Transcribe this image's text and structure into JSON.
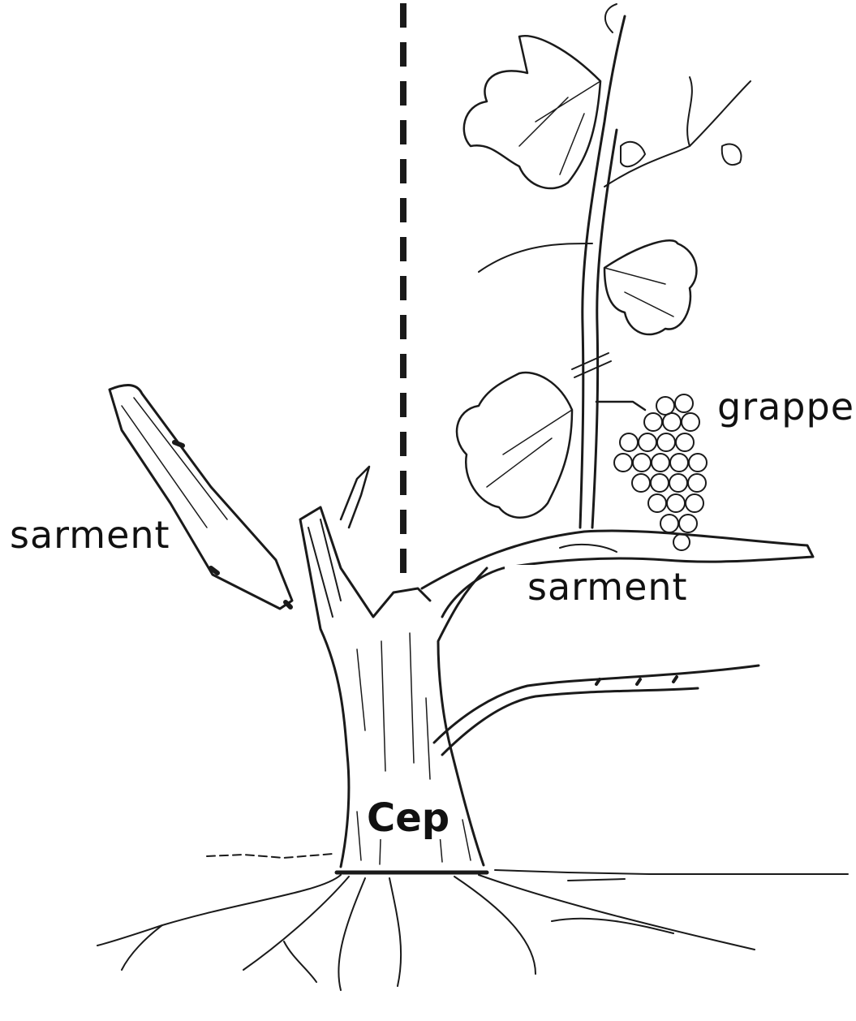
{
  "labels": {
    "grappe": "grappe",
    "sarment_left": "sarment",
    "sarment_right": "sarment",
    "cep": "Cep"
  },
  "colors": {
    "ink": "#1a1a1a",
    "background": "#ffffff"
  }
}
